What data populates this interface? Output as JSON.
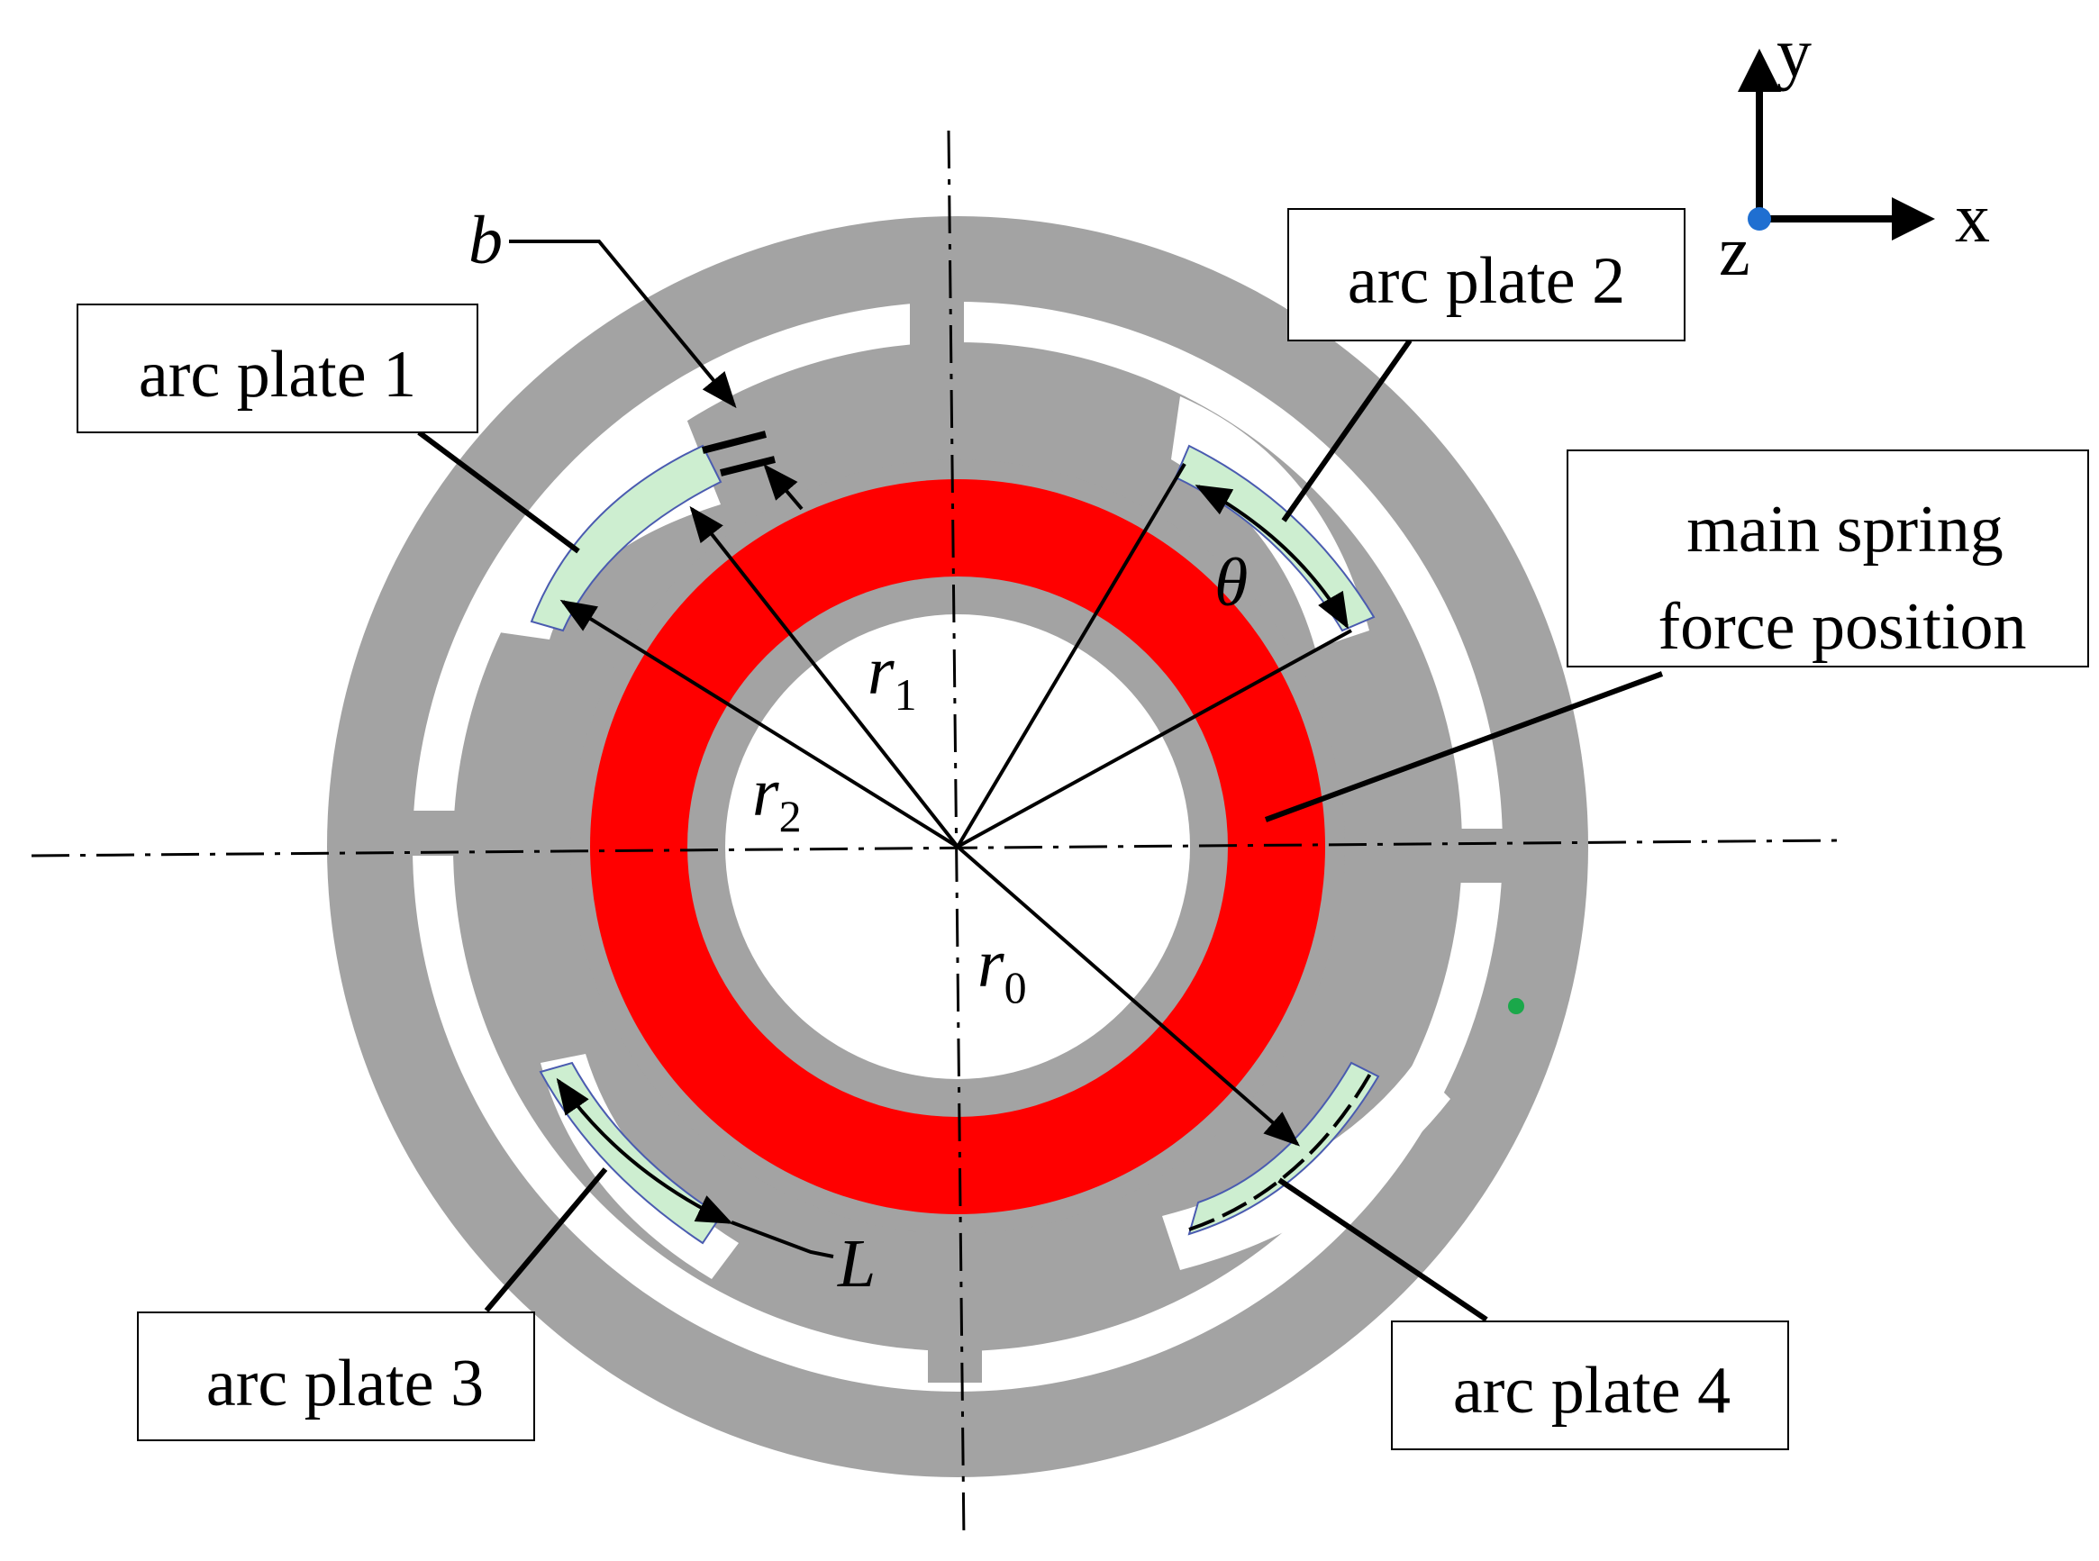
{
  "labels": {
    "arc_plate_1": "arc plate 1",
    "arc_plate_2": "arc plate 2",
    "arc_plate_3": "arc plate 3",
    "arc_plate_4": "arc plate 4",
    "main_spring_line1": "main spring",
    "main_spring_line2": "force position"
  },
  "symbols": {
    "b": "b",
    "L": "L",
    "theta": "θ",
    "r": "r",
    "r0_sub": "0",
    "r1_sub": "1",
    "r2_sub": "2"
  },
  "axes": {
    "x": "x",
    "y": "y",
    "z": "z"
  },
  "colors": {
    "body": "#a3a3a3",
    "spring_ring": "#ff0000",
    "arc_plate": "#cdeed0",
    "z_axis_dot": "#1f6fd1",
    "marker_dot": "#1aa84a"
  }
}
